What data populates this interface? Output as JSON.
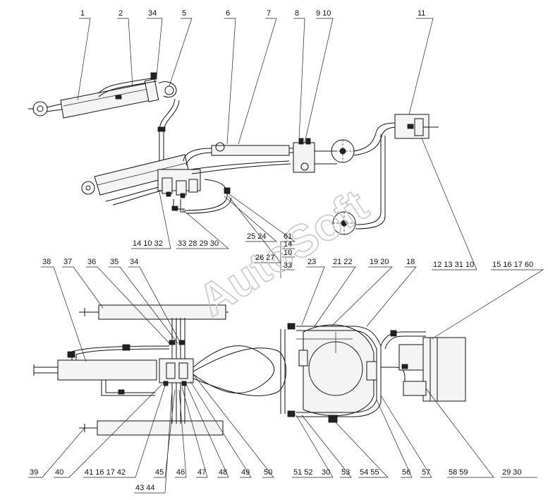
{
  "watermark": "AutoSoft",
  "labels": {
    "l1": "1",
    "l2": "2",
    "l34": "34",
    "l5": "5",
    "l6": "6",
    "l7": "7",
    "l8": "8",
    "l910": "9 10",
    "l11": "11",
    "l14_10_32": "14  10  32",
    "l33_28_29_30": "33 28  29  30",
    "l25_24": "25  24",
    "l61": "61",
    "l14": "14",
    "l10": "10",
    "l26_27": "26 27",
    "l33": "33",
    "l38": "38",
    "l37": "37",
    "l36": "36",
    "l35": "35",
    "l23": "23",
    "l2122": "21 22",
    "l1920": "19 20",
    "l18": "18",
    "l12_13_31_10": "12 13 31 10",
    "l15_16_17_60": "15  16  17  60",
    "l39": "39",
    "l40": "40",
    "l41_16_17_42": "41  16  17 42",
    "l43_44": "43  44",
    "l45": "45",
    "l46": "46",
    "l47": "47",
    "l48": "48",
    "l49": "49",
    "l50": "50",
    "l51_52": "51  52",
    "l30": "30",
    "l53": "53",
    "l54_55": "54  55",
    "l56": "56",
    "l57": "57",
    "l58_59": "58  59",
    "l29_30": "29  30"
  }
}
